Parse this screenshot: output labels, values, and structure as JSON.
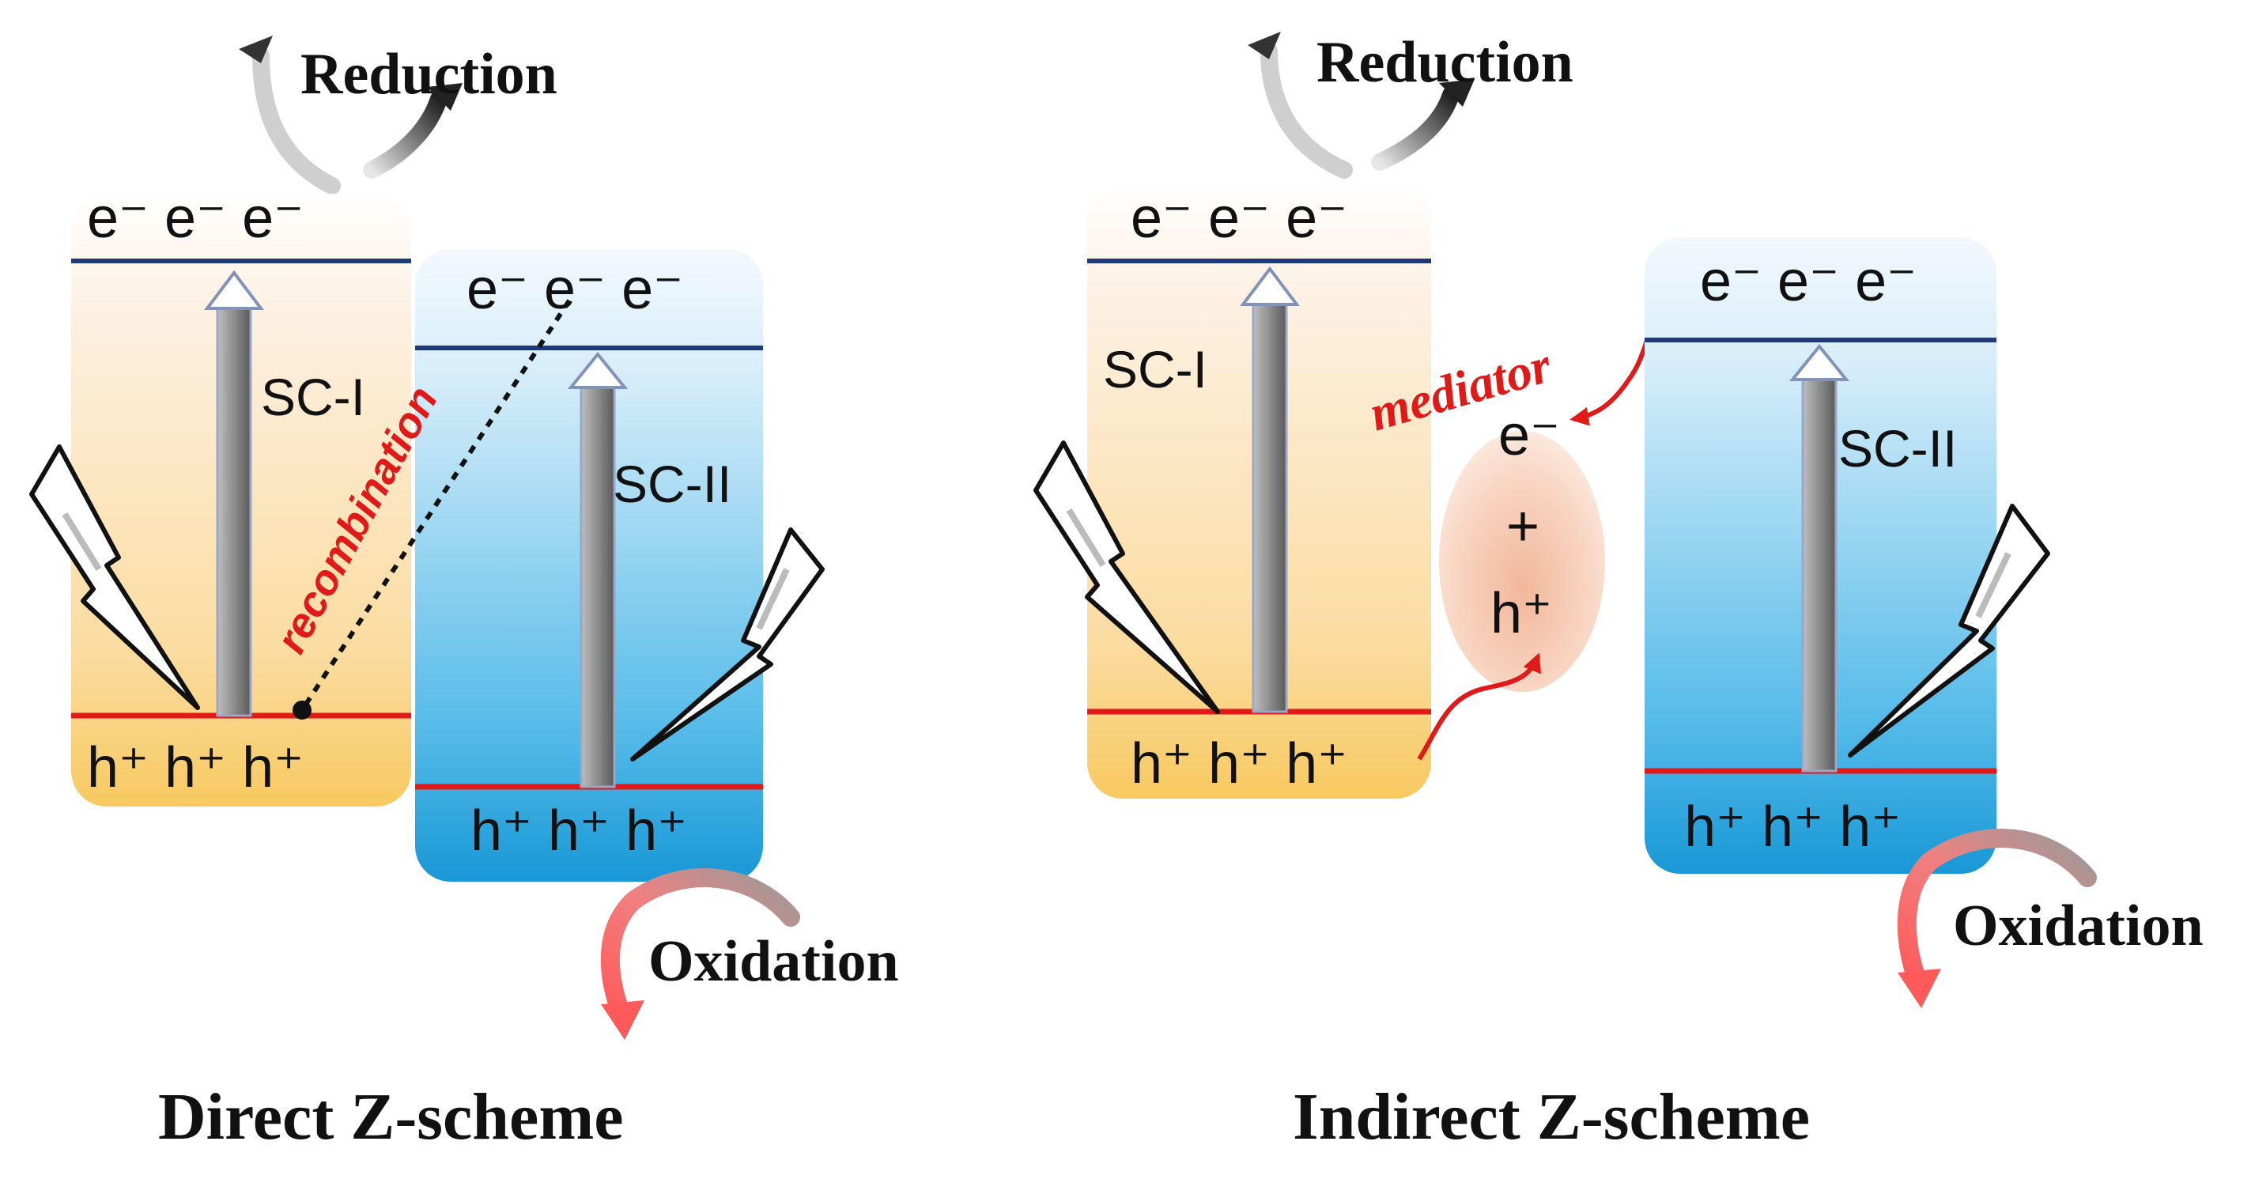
{
  "colors": {
    "sc1_top": "#fdf1e4",
    "sc1_bottom": "#f9d47a",
    "sc2_top": "#dff1fb",
    "sc2_bottom": "#1aa0dc",
    "cb_line": "#1f3a7a",
    "vb_line": "#e01919",
    "red_text": "#e01919"
  },
  "direct": {
    "caption": "Direct Z-scheme",
    "reduction": "Reduction",
    "oxidation": "Oxidation",
    "recombination": "recombination",
    "sc1": {
      "label": "SC-I",
      "electrons": "e⁻ e⁻ e⁻",
      "holes": "h⁺ h⁺ h⁺"
    },
    "sc2": {
      "label": "SC-II",
      "electrons": "e⁻ e⁻ e⁻",
      "holes": "h⁺ h⁺ h⁺"
    }
  },
  "indirect": {
    "caption": "Indirect Z-scheme",
    "reduction": "Reduction",
    "oxidation": "Oxidation",
    "mediator": "mediator",
    "mediator_e": "e⁻",
    "mediator_plus": "+",
    "mediator_h": "h⁺",
    "sc1": {
      "label": "SC-I",
      "electrons": "e⁻ e⁻ e⁻",
      "holes": "h⁺ h⁺ h⁺"
    },
    "sc2": {
      "label": "SC-II",
      "electrons": "e⁻ e⁻ e⁻",
      "holes": "h⁺ h⁺ h⁺"
    }
  }
}
